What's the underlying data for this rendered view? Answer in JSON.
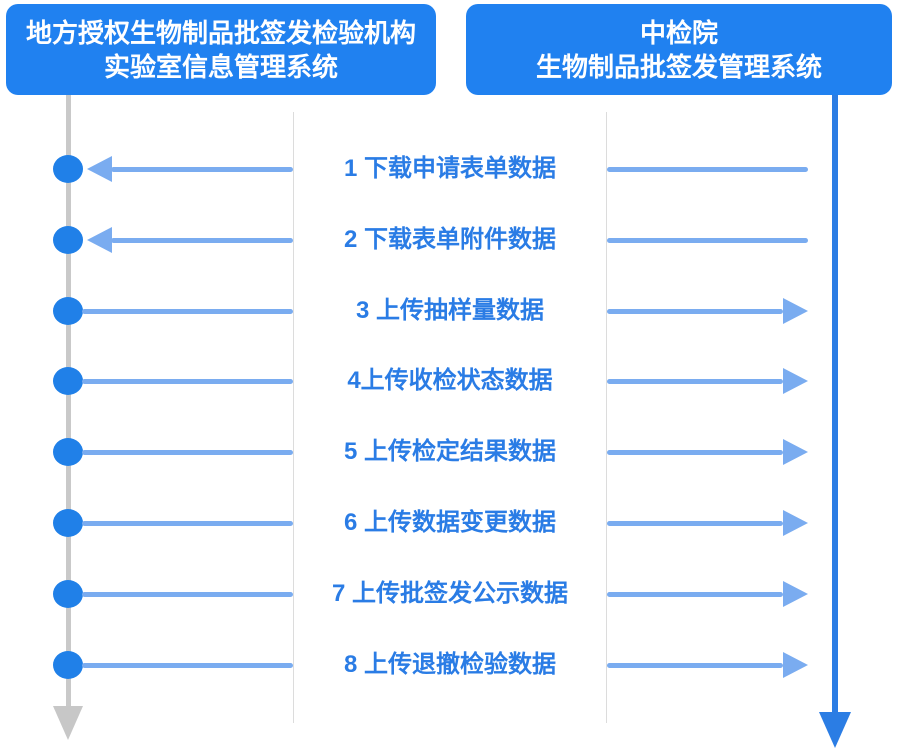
{
  "headers": {
    "left": {
      "line1": "地方授权生物制品批签发检验机构",
      "line2": "实验室信息管理系统"
    },
    "right": {
      "line1": "中检院",
      "line2": "生物制品批签发管理系统"
    }
  },
  "messages": [
    {
      "num": 1,
      "label": "1 下载申请表单数据",
      "direction": "to-left"
    },
    {
      "num": 2,
      "label": "2 下载表单附件数据",
      "direction": "to-left"
    },
    {
      "num": 3,
      "label": "3 上传抽样量数据",
      "direction": "to-right"
    },
    {
      "num": 4,
      "label": "4上传收检状态数据",
      "direction": "to-right"
    },
    {
      "num": 5,
      "label": "5 上传检定结果数据",
      "direction": "to-right"
    },
    {
      "num": 6,
      "label": "6 上传数据变更数据",
      "direction": "to-right"
    },
    {
      "num": 7,
      "label": "7 上传批签发公示数据",
      "direction": "to-right"
    },
    {
      "num": 8,
      "label": "8 上传退撤检验数据",
      "direction": "to-right"
    }
  ],
  "colors": {
    "header_bg": "#2081F0",
    "header_text": "#FFFFFF",
    "message_text": "#2A7CE5",
    "message_line": "#7AACF0",
    "node_dot": "#2080E8",
    "right_lifeline": "#2B7DE4",
    "left_lifeline": "#C9C9C9",
    "panel_border": "#DCDCDC"
  }
}
